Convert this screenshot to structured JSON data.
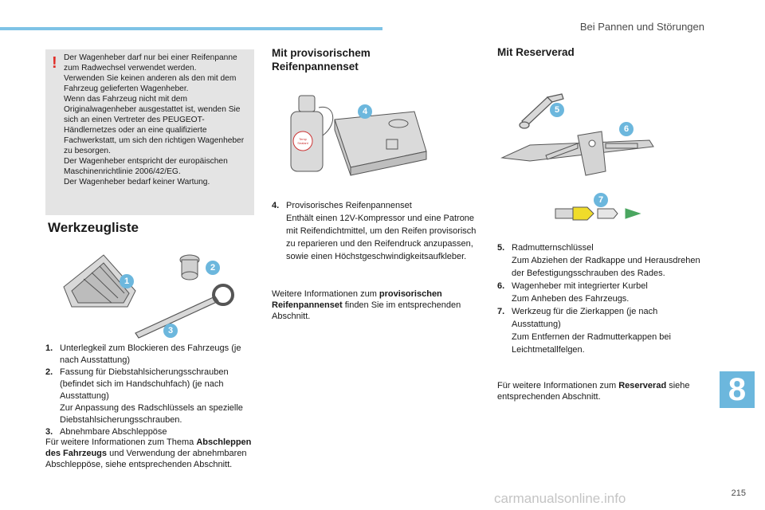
{
  "header": {
    "section": "Bei Pannen und Störungen"
  },
  "warning": {
    "mark": "!",
    "lines": [
      "Der Wagenheber darf nur bei einer Reifenpanne zum Radwechsel verwendet werden.",
      "Verwenden Sie keinen anderen als den mit dem Fahrzeug gelieferten Wagenheber.",
      "Wenn das Fahrzeug nicht mit dem Originalwagenheber ausgestattet ist, wenden Sie sich an einen Vertreter des PEUGEOT-Händlernetzes oder an eine qualifizierte Fachwerkstatt, um sich den richtigen Wagenheber zu besorgen.",
      "Der Wagenheber entspricht der europäischen Maschinenrichtlinie 2006/42/EG.",
      "Der Wagenheber bedarf keiner Wartung."
    ]
  },
  "tools": {
    "title": "Werkzeugliste",
    "badges": [
      "1",
      "2",
      "3"
    ],
    "items": [
      {
        "num": "1.",
        "lines": [
          "Unterlegkeil zum Blockieren des Fahrzeugs (je nach Ausstattung)"
        ]
      },
      {
        "num": "2.",
        "lines": [
          "Fassung für Diebstahlsicherungsschrauben (befindet sich im Handschuhfach) (je nach Ausstattung)",
          "Zur Anpassung des Radschlüssels an spezielle Diebstahlsicherungsschrauben."
        ]
      },
      {
        "num": "3.",
        "lines": [
          "Abnehmbare Abschleppöse"
        ]
      }
    ],
    "note": {
      "pre": "Für weitere Informationen zum Thema ",
      "bold": "Abschleppen des Fahrzeugs",
      "post": " und Verwendung der abnehmbaren Abschleppöse, siehe entsprechenden Abschnitt."
    }
  },
  "kit": {
    "title": "Mit provisorischem Reifenpannenset",
    "badge": "4",
    "bottle_label": "Temp Sealant",
    "items": [
      {
        "num": "4.",
        "lines": [
          "Provisorisches Reifenpannenset",
          "Enthält einen 12V-Kompressor und eine Patrone mit Reifendichtmittel, um den Reifen provisorisch zu reparieren und den Reifendruck anzupassen, sowie einen Höchstgeschwindigkeitsaufkleber."
        ]
      }
    ],
    "note": {
      "pre": "Weitere Informationen zum ",
      "bold": "provisorischen Reifenpannenset",
      "post": " finden Sie im entsprechenden Abschnitt."
    }
  },
  "spare": {
    "title": "Mit Reserverad",
    "badges": [
      "5",
      "6",
      "7"
    ],
    "items": [
      {
        "num": "5.",
        "lines": [
          "Radmutternschlüssel",
          "Zum Abziehen der Radkappe und Herausdrehen der Befestigungsschrauben des Rades."
        ]
      },
      {
        "num": "6.",
        "lines": [
          "Wagenheber mit integrierter Kurbel",
          "Zum Anheben des Fahrzeugs."
        ]
      },
      {
        "num": "7.",
        "lines": [
          "Werkzeug für die Zierkappen (je nach Ausstattung)",
          "Zum Entfernen der Radmutterkappen bei Leichtmetallfelgen."
        ]
      }
    ],
    "note": {
      "pre": "Für weitere Informationen zum ",
      "bold": "Reserverad",
      "post": " siehe entsprechenden Abschnitt."
    }
  },
  "chapter": "8",
  "page_number": "215",
  "watermark": "carmanualsonline.info",
  "colors": {
    "accent": "#6cb7dd",
    "warning": "#e0302a",
    "box": "#e4e4e4"
  }
}
